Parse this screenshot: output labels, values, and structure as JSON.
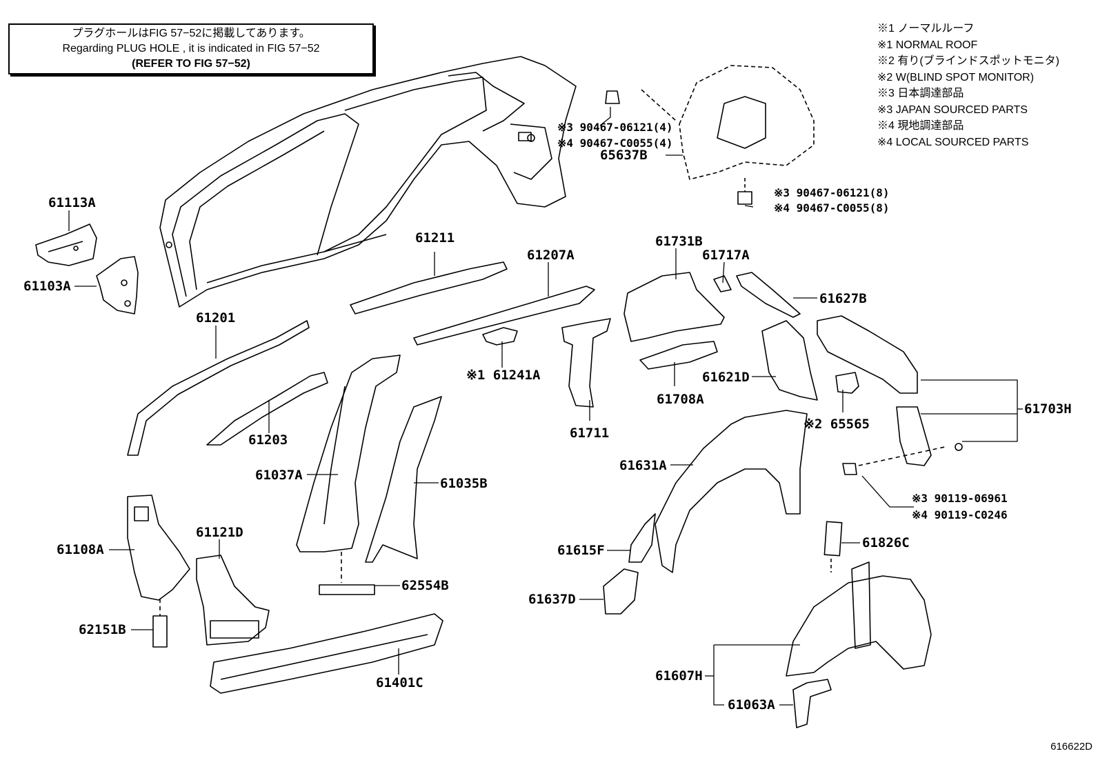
{
  "note": {
    "line1": "プラグホールはFIG 57−52に掲載してあります。",
    "line2": "Regarding PLUG HOLE , it is indicated in FIG 57−52",
    "line3": "(REFER TO FIG 57−52)"
  },
  "legend": [
    "※1 ノーマルルーフ",
    "※1 NORMAL ROOF",
    "※2 有り(ブラインドスポットモニタ)",
    "※2 W(BLIND SPOT MONITOR)",
    "※3 日本調達部品",
    "※3 JAPAN SOURCED PARTS",
    "※4 現地調達部品",
    "※4 LOCAL SOURCED PARTS"
  ],
  "parts": {
    "p61113A": "61113A",
    "p61103A": "61103A",
    "p61201": "61201",
    "p61211": "61211",
    "p61207A": "61207A",
    "p61203": "61203",
    "p61241A": "※1 61241A",
    "p61037A": "61037A",
    "p61035B": "61035B",
    "p61108A": "61108A",
    "p61121D": "61121D",
    "p62151B": "62151B",
    "p62554B": "62554B",
    "p61401C": "61401C",
    "p61711": "61711",
    "p61731B": "61731B",
    "p61717A": "61717A",
    "p61627B": "61627B",
    "p61708A": "61708A",
    "p61621D": "61621D",
    "p65565": "※2 65565",
    "p61703H": "61703H",
    "p61631A": "61631A",
    "p61615F": "61615F",
    "p61637D": "61637D",
    "p61826C": "61826C",
    "p61607H": "61607H",
    "p61063A": "61063A",
    "p65637B": "65637B",
    "clip_a1": "※3 90467-06121(4)",
    "clip_a2": "※4 90467-C0055(4)",
    "clip_b1": "※3 90467-06121(8)",
    "clip_b2": "※4 90467-C0055(8)",
    "bolt_1": "※3 90119-06961",
    "bolt_2": "※4 90119-C0246"
  },
  "figure_id": "616622D"
}
